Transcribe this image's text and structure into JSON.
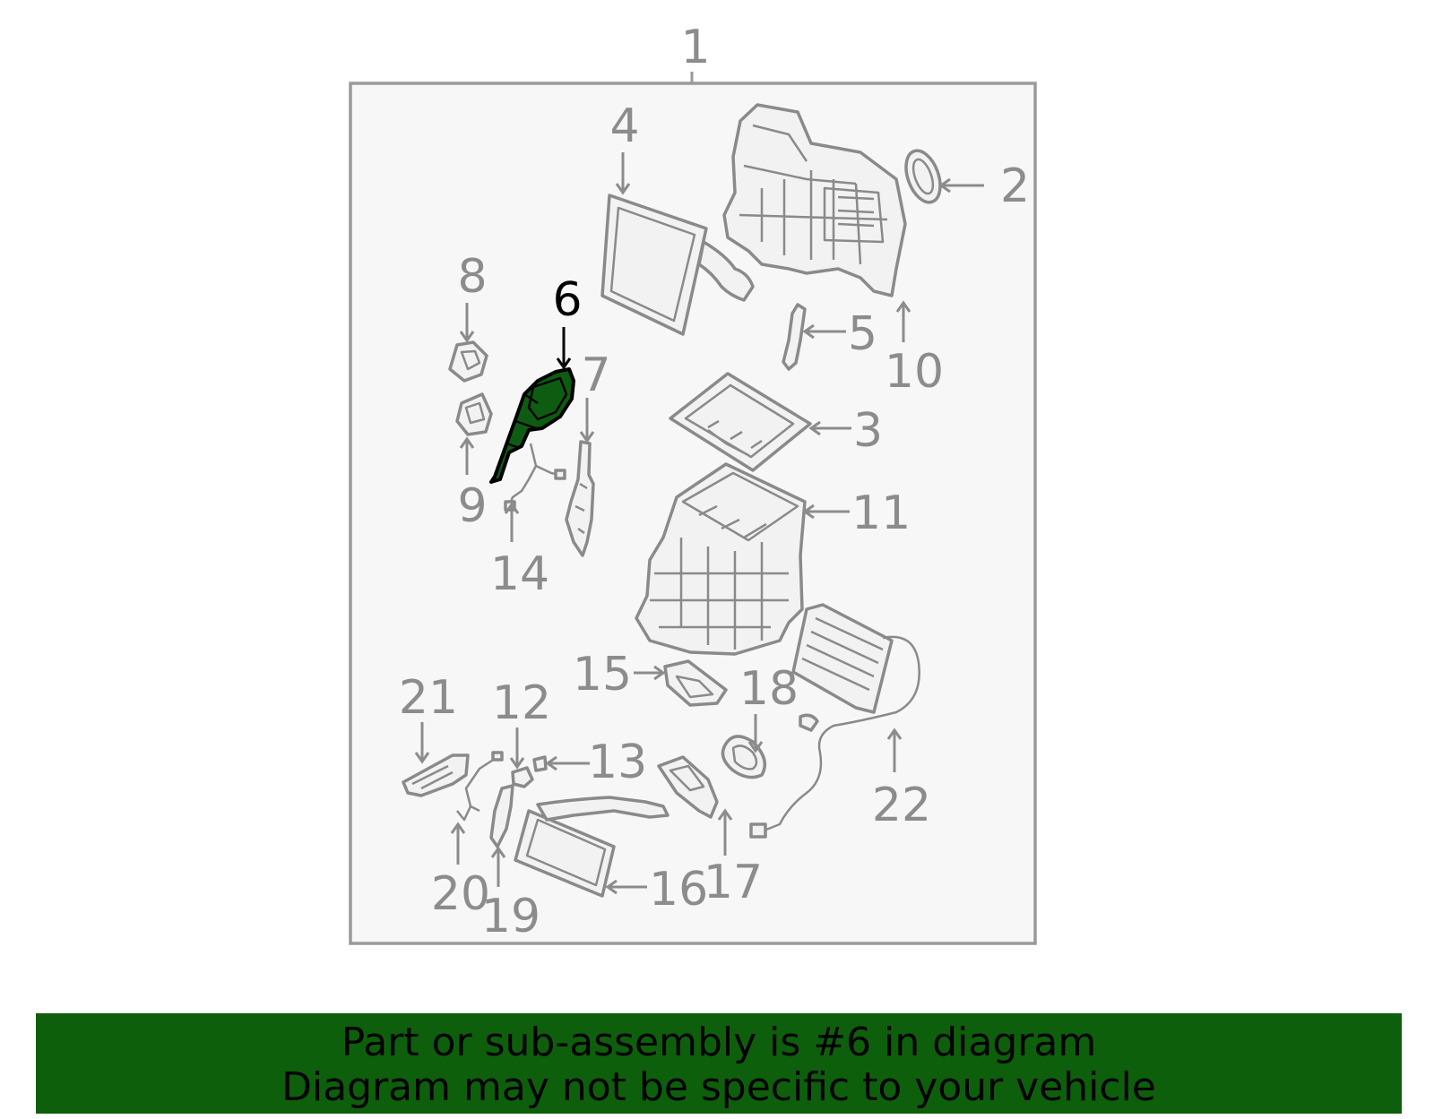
{
  "diagram": {
    "assembly_label": "1",
    "highlight_label": "6",
    "labels": {
      "l1": "1",
      "l2": "2",
      "l3": "3",
      "l4": "4",
      "l5": "5",
      "l6": "6",
      "l7": "7",
      "l8": "8",
      "l9": "9",
      "l10": "10",
      "l11": "11",
      "l12": "12",
      "l13": "13",
      "l14": "14",
      "l15": "15",
      "l16": "16",
      "l17": "17",
      "l18": "18",
      "l19": "19",
      "l20": "20",
      "l21": "21",
      "l22": "22"
    },
    "colors": {
      "highlight_fill": "#0d5c12",
      "banner_background": "#0e5f0c",
      "line_gray": "#8a8a8a",
      "box_background": "#f7f7f7"
    }
  },
  "banner": {
    "line1": "Part or sub-assembly is #6 in diagram",
    "line2": "Diagram may not be specific to your vehicle"
  }
}
